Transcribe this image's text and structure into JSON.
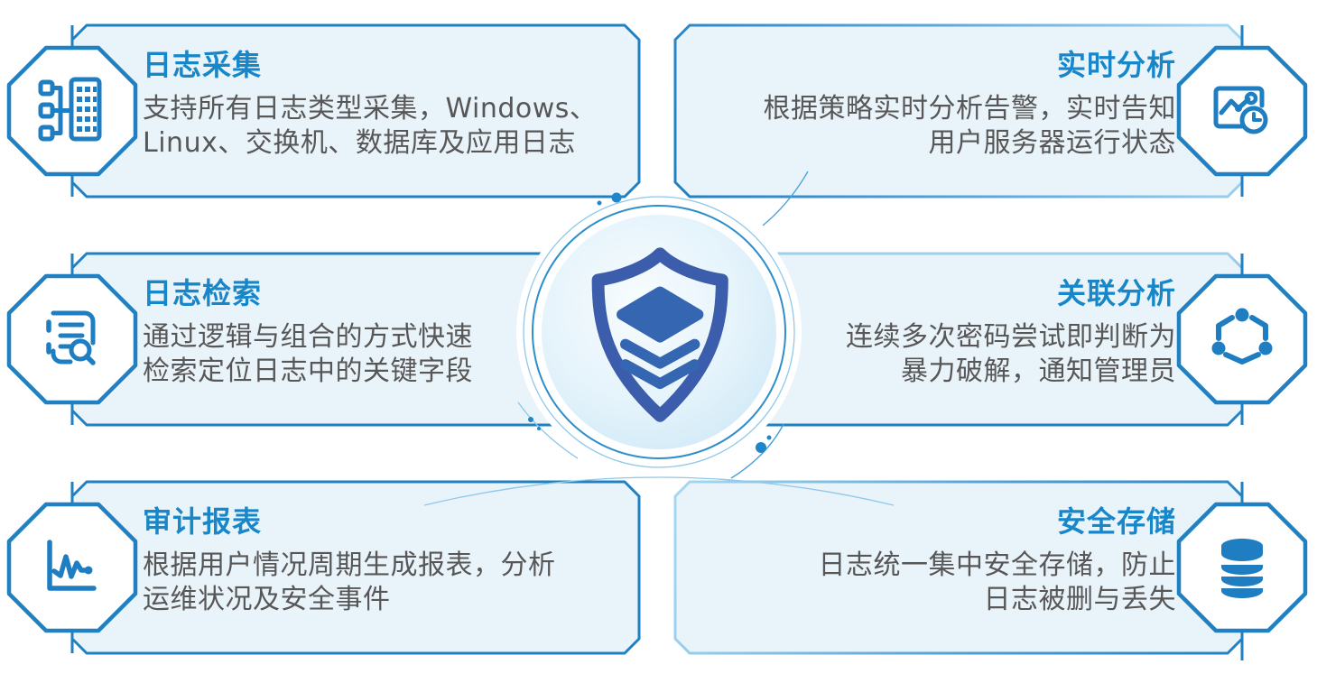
{
  "page": {
    "background": "#ffffff",
    "kind": "product-feature-diagram"
  },
  "colors": {
    "card_fill": "#e9f3fa",
    "card_border_dark": "#2080c2",
    "card_border_light": "#a8d8f0",
    "title_blue": "#1787c9",
    "body_gray": "#585757",
    "icon_blue": "#1f7ec2",
    "shield_gradient_start": "#3b5dab",
    "shield_gradient_end": "#45bf90",
    "disc_fill_edge": "#cbe6f5"
  },
  "center_logo": {
    "icon": "shield-stack-logo-icon",
    "description": "shield with stacked layers on glowing circle"
  },
  "cards": [
    {
      "id": "log-collection",
      "position": "top-left",
      "icon": "collection-tree-icon",
      "title": "日志采集",
      "desc_lines": [
        "支持所有日志类型采集，Windows、",
        "Linux、交换机、数据库及应用日志"
      ]
    },
    {
      "id": "realtime-analysis",
      "position": "top-right",
      "icon": "chart-clock-icon",
      "title": "实时分析",
      "desc_lines": [
        "根据策略实时分析告警，实时告知",
        "用户服务器运行状态"
      ]
    },
    {
      "id": "log-search",
      "position": "middle-left",
      "icon": "list-magnifier-icon",
      "title": "日志检索",
      "desc_lines": [
        "通过逻辑与组合的方式快速",
        "检索定位日志中的关键字段"
      ]
    },
    {
      "id": "correlation-analysis",
      "position": "middle-right",
      "icon": "network-nodes-icon",
      "title": "关联分析",
      "desc_lines": [
        "连续多次密码尝试即判断为",
        "暴力破解，通知管理员"
      ]
    },
    {
      "id": "audit-report",
      "position": "bottom-left",
      "icon": "line-chart-icon",
      "title": "审计报表",
      "desc_lines": [
        "根据用户情况周期生成报表，分析",
        "运维状况及安全事件"
      ]
    },
    {
      "id": "secure-storage",
      "position": "bottom-right",
      "icon": "database-icon",
      "title": "安全存储",
      "desc_lines": [
        "日志统一集中安全存储，防止",
        "日志被删与丢失"
      ]
    }
  ]
}
